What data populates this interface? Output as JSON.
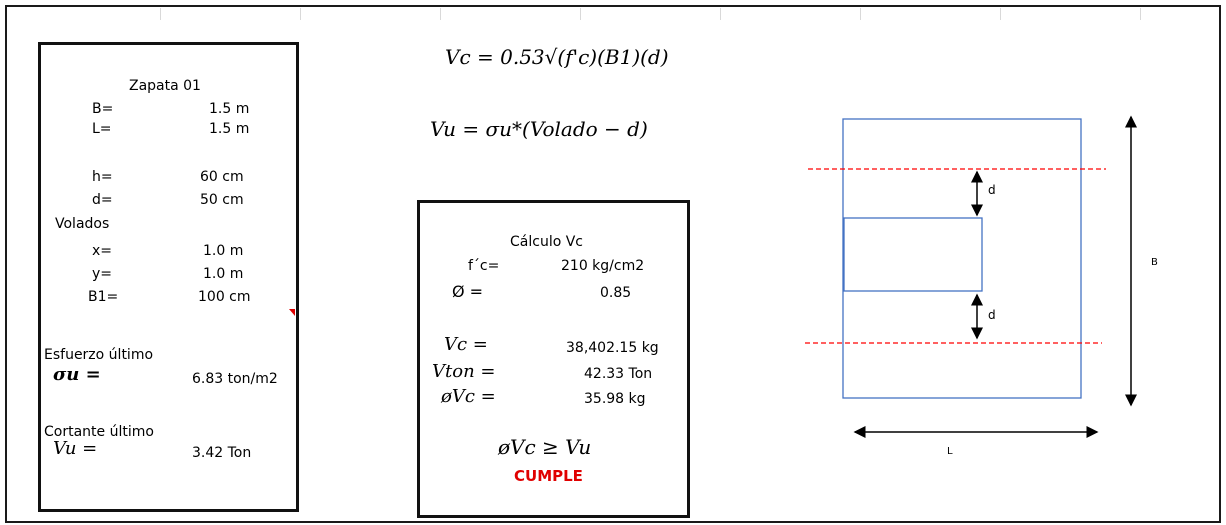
{
  "left_panel": {
    "title": "Zapata 01",
    "B": {
      "label": "B=",
      "value": "1.5 m"
    },
    "L": {
      "label": "L=",
      "value": "1.5 m"
    },
    "h": {
      "label": "h=",
      "value": "60 cm"
    },
    "d": {
      "label": "d=",
      "value": "50 cm"
    },
    "volados_label": "Volados",
    "x": {
      "label": "x=",
      "value": "1.0 m"
    },
    "y": {
      "label": "y=",
      "value": "1.0 m"
    },
    "B1": {
      "label": "B1=",
      "value": "100 cm"
    },
    "esfuerzo_label": "Esfuerzo último",
    "sigma_symbol": "σu =",
    "sigma_value": "6.83 ton/m2",
    "cortante_label": "Cortante último",
    "vu_symbol": "Vu =",
    "vu_value": "3.42 Ton"
  },
  "formulas": {
    "vc": "Vc = 0.53√(f'c)(B1)(d)",
    "vu": "Vu = σu*(Volado − d)"
  },
  "calc_panel": {
    "title": "Cálculo Vc",
    "fc_label": "f´c=",
    "fc_value": "210 kg/cm2",
    "phi_label": "Ø =",
    "phi_value": "0.85",
    "vc_symbol": "Vc =",
    "vc_value": "38,402.15 kg",
    "vton_symbol": "Vton =",
    "vton_value": "42.33 Ton",
    "phivc_symbol": "øVc =",
    "phivc_value": "35.98 kg",
    "check": "øVc ≥ Vu",
    "result": "CUMPLE"
  },
  "diagram": {
    "label_d_top": "d",
    "label_d_bottom": "d",
    "label_B": "B",
    "label_L": "L",
    "colors": {
      "outline": "#4472c4",
      "dashed": "#ff0000",
      "arrow": "#000000"
    }
  }
}
